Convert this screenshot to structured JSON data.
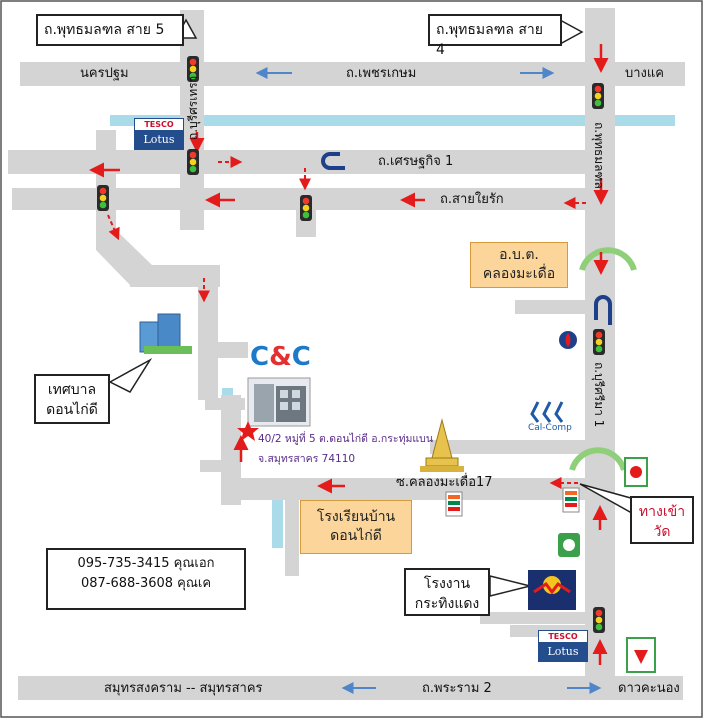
{
  "roads": {
    "phutthamonthon_5": "ถ.พุทธมลฑล สาย 5",
    "phutthamonthon_4": "ถ.พุทธมลฑล สาย 4",
    "phetkasem": "ถ.เพชรเกษม",
    "setthakit_1": "ถ.เศรษฐกิจ 1",
    "sai_yai_rak": "ถ.สายใยรัก",
    "rama_2": "ถ.พระราม 2",
    "soi_khlong_mada_17": "ซ.คลองมะเดื่อ17",
    "vertical_left": "ถ.บุรีศรเทรา",
    "vertical_right_top": "ถ.พุทธมลฑล",
    "vertical_right_bottom": "ถ.บุรีศรีมา 1"
  },
  "places": {
    "nakhon_pathom": "นครปฐม",
    "bang_khae": "บางแค",
    "samut_songkhram_sakhon": "สมุทรสงคราม -- สมุทรสาคร",
    "dao_khanong": "ดาวคะนอง",
    "obt_line1": "อ.บ.ต.",
    "obt_line2": "คลองมะเดื่อ",
    "municipality_line1": "เทศบาล",
    "municipality_line2": "ดอนไก่ดี",
    "school_line1": "โรงเรียนบ้าน",
    "school_line2": "ดอนไก่ดี",
    "factory_line1": "โรงงาน",
    "factory_line2": "กระทิงแดง",
    "temple_line1": "ทางเข้า",
    "temple_line2": "วัด",
    "calcomp": "Cal-Comp",
    "tesco_top": "TESCO",
    "tesco_bottom": "Lotus",
    "cc_c1": "C",
    "cc_amp": "&",
    "cc_c2": "C"
  },
  "address": {
    "line1": "40/2 หมู่ที่ 5 ต.ดอนไก่ดี อ.กระทุ่มแบน",
    "line2": "จ.สมุทรสาคร  74110"
  },
  "contacts": [
    "095-735-3415 คุณเอก",
    "087-688-3608 คุณเค"
  ],
  "colors": {
    "road": "#d4d4d4",
    "canal": "#a9dbe8",
    "arrow": "#e41b1b",
    "flow_arrow": "#4f86c9",
    "accent_orange": "#fbd59a"
  }
}
